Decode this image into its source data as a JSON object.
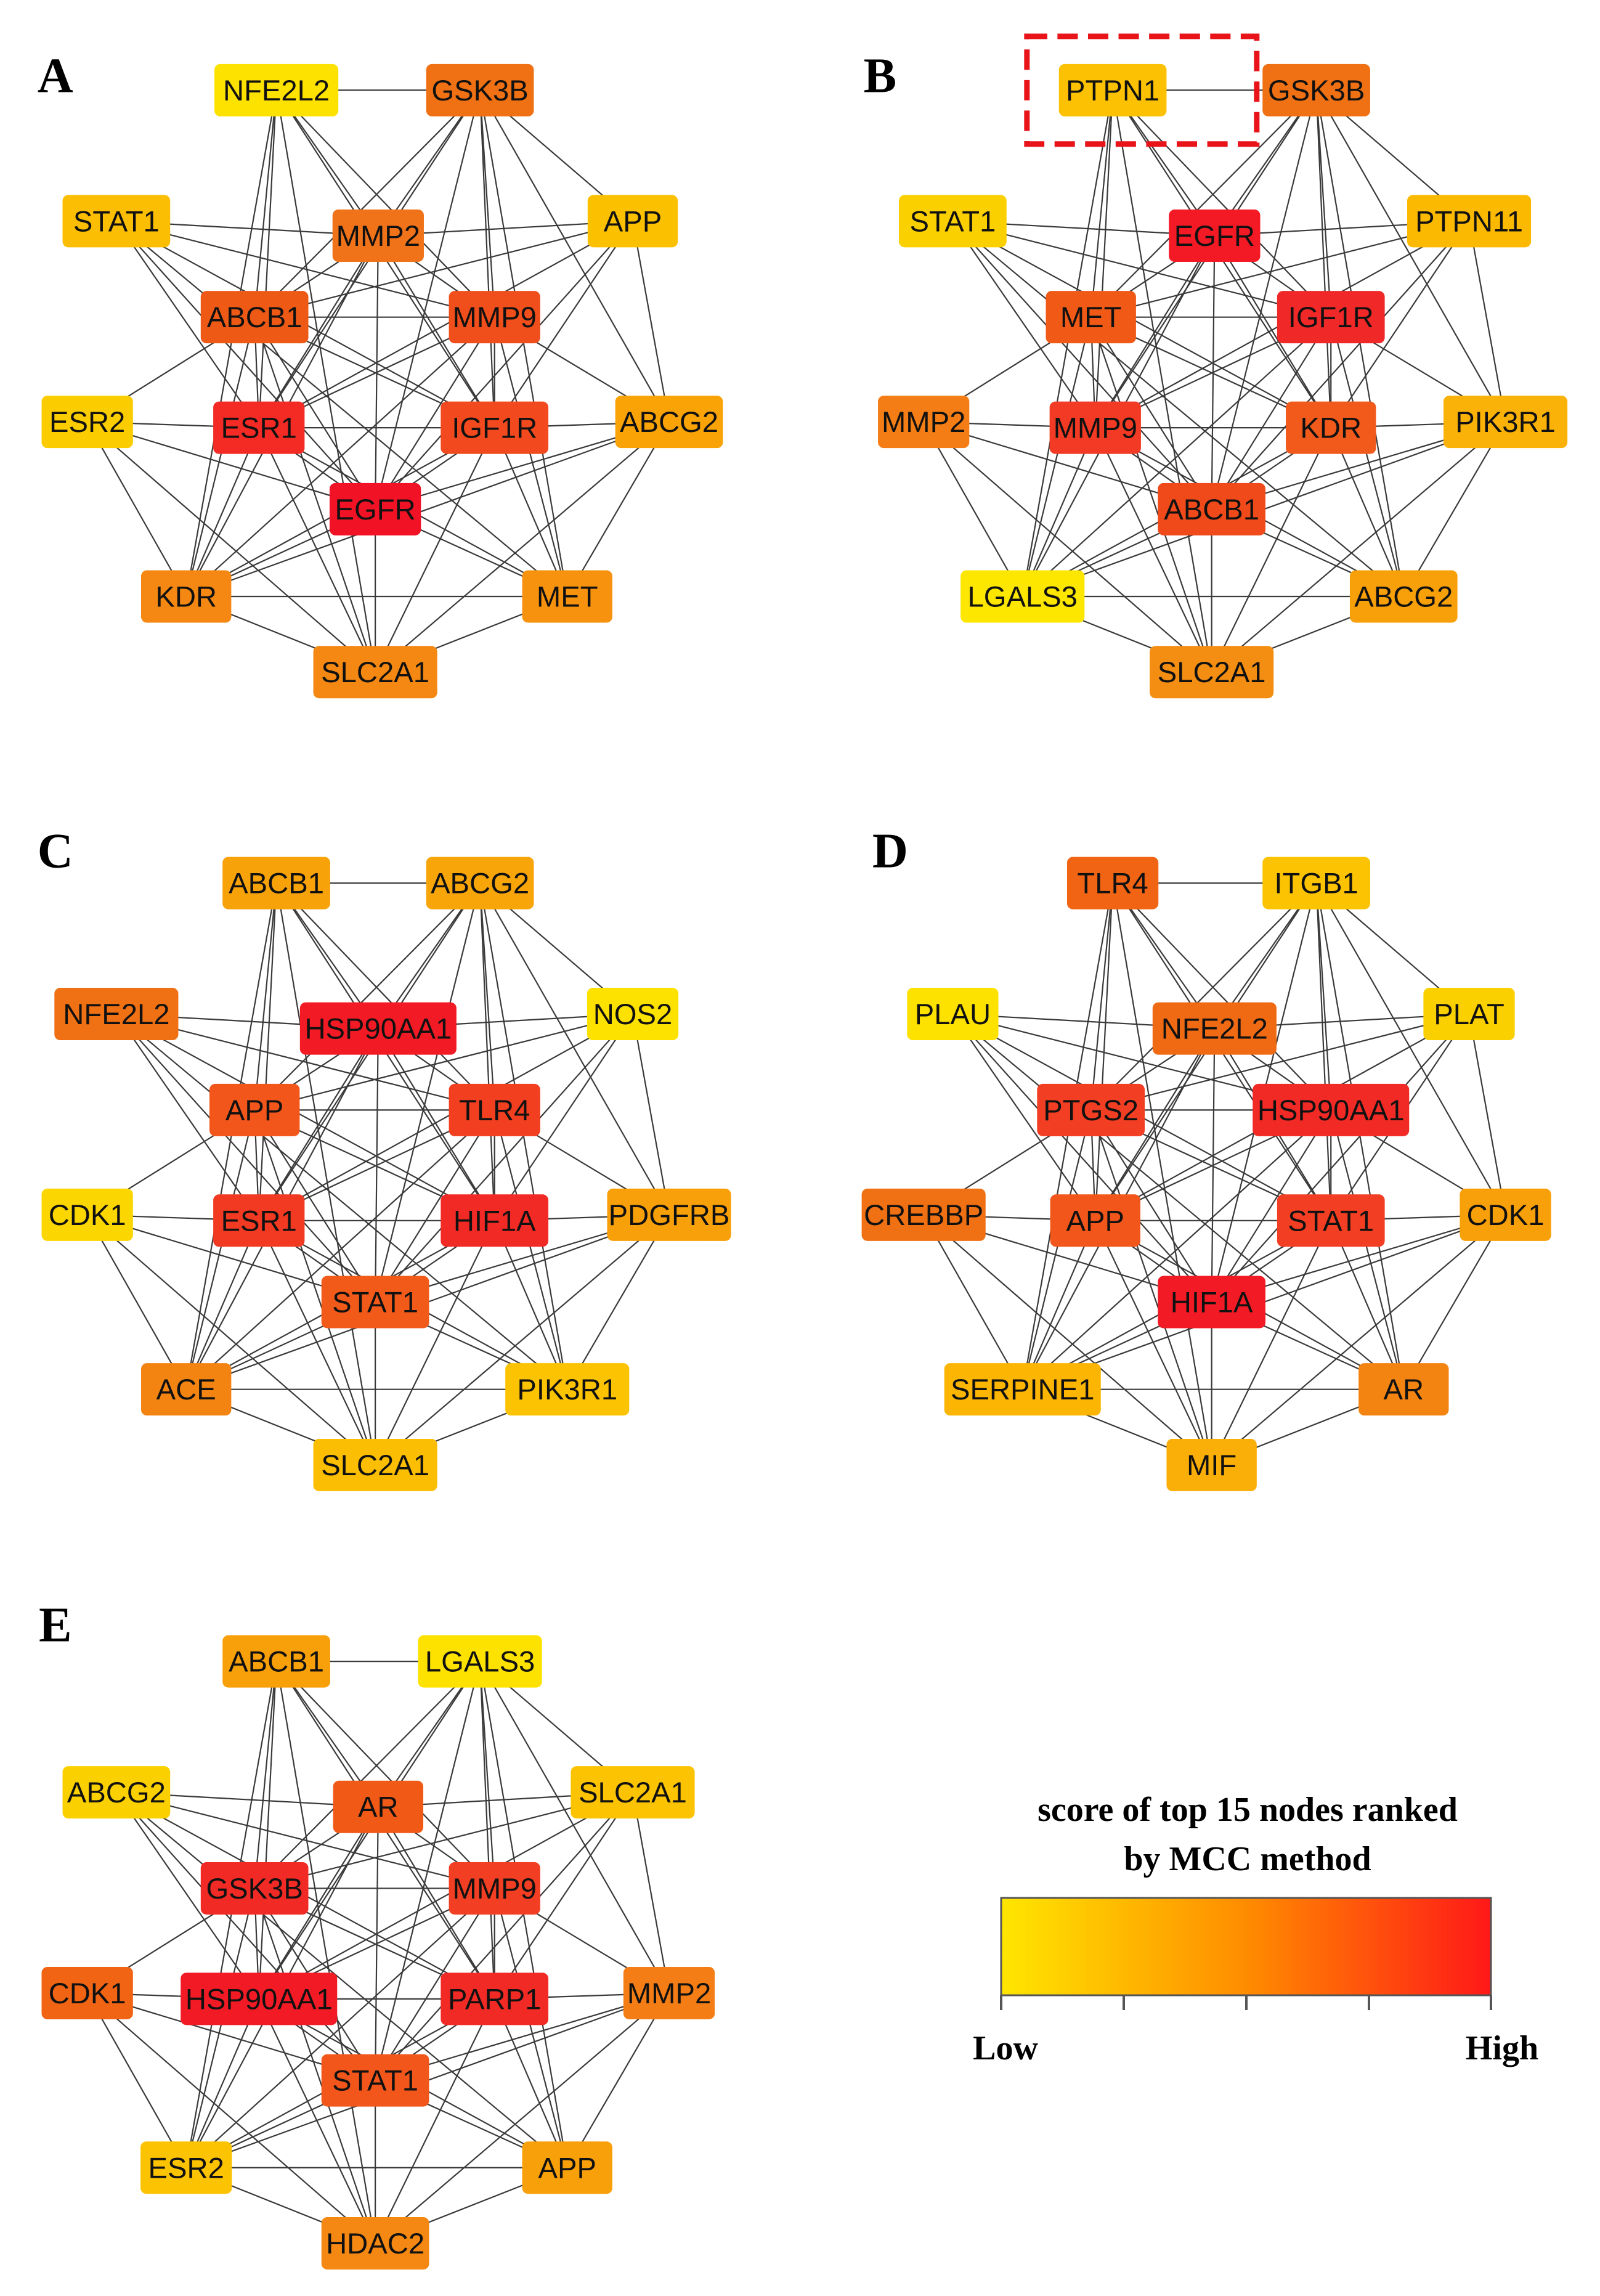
{
  "legend": {
    "title_line1": "score of top 15 nodes ranked",
    "title_line2": "by MCC method",
    "low_label": "Low",
    "high_label": "High",
    "gradient_low_color": "#FFE600",
    "gradient_mid_color": "#FF8C00",
    "gradient_high_color": "#FF1818"
  },
  "highlight_color": "#E8141A",
  "panels": [
    {
      "letter": "A",
      "highlighted": [],
      "nodes": [
        {
          "label": "NFE2L2",
          "color": "#FDE200"
        },
        {
          "label": "GSK3B",
          "color": "#F07014"
        },
        {
          "label": "STAT1",
          "color": "#FBBE02"
        },
        {
          "label": "MMP2",
          "color": "#F0731A"
        },
        {
          "label": "APP",
          "color": "#FBC000"
        },
        {
          "label": "ABCB1",
          "color": "#EE5A16"
        },
        {
          "label": "MMP9",
          "color": "#F04E1B"
        },
        {
          "label": "ESR2",
          "color": "#FBCD00"
        },
        {
          "label": "ESR1",
          "color": "#F42A25"
        },
        {
          "label": "IGF1R",
          "color": "#F24A1E"
        },
        {
          "label": "ABCG2",
          "color": "#FAA307"
        },
        {
          "label": "EGFR",
          "color": "#F21225"
        },
        {
          "label": "KDR",
          "color": "#F48812"
        },
        {
          "label": "MET",
          "color": "#F7920F"
        },
        {
          "label": "SLC2A1",
          "color": "#F48812"
        }
      ]
    },
    {
      "letter": "B",
      "highlighted": [
        "PTPN1"
      ],
      "nodes": [
        {
          "label": "PTPN1",
          "color": "#FBC102"
        },
        {
          "label": "GSK3B",
          "color": "#F07014"
        },
        {
          "label": "STAT1",
          "color": "#FBD000"
        },
        {
          "label": "EGFR",
          "color": "#F31A25"
        },
        {
          "label": "PTPN11",
          "color": "#FBB902"
        },
        {
          "label": "MET",
          "color": "#F05A16"
        },
        {
          "label": "IGF1R",
          "color": "#F02828"
        },
        {
          "label": "MMP2",
          "color": "#F47E15"
        },
        {
          "label": "MMP9",
          "color": "#F23A24"
        },
        {
          "label": "KDR",
          "color": "#F25A1C"
        },
        {
          "label": "PIK3R1",
          "color": "#FAB208"
        },
        {
          "label": "ABCB1",
          "color": "#F04A1A"
        },
        {
          "label": "LGALS3",
          "color": "#FDE600"
        },
        {
          "label": "ABCG2",
          "color": "#F8A00A"
        },
        {
          "label": "SLC2A1",
          "color": "#F48E12"
        }
      ]
    },
    {
      "letter": "C",
      "highlighted": [],
      "nodes": [
        {
          "label": "ABCB1",
          "color": "#F8A20A"
        },
        {
          "label": "ABCG2",
          "color": "#F8A50A"
        },
        {
          "label": "NFE2L2",
          "color": "#F07014"
        },
        {
          "label": "HSP90AA1",
          "color": "#F21A24"
        },
        {
          "label": "NOS2",
          "color": "#FDE200"
        },
        {
          "label": "APP",
          "color": "#F2561A"
        },
        {
          "label": "TLR4",
          "color": "#F23F20"
        },
        {
          "label": "CDK1",
          "color": "#FBD600"
        },
        {
          "label": "ESR1",
          "color": "#F23A22"
        },
        {
          "label": "HIF1A",
          "color": "#F22A25"
        },
        {
          "label": "PDGFRB",
          "color": "#F8A00A"
        },
        {
          "label": "STAT1",
          "color": "#F25A1A"
        },
        {
          "label": "ACE",
          "color": "#F48412"
        },
        {
          "label": "PIK3R1",
          "color": "#FBC302"
        },
        {
          "label": "SLC2A1",
          "color": "#FBBE02"
        }
      ]
    },
    {
      "letter": "D",
      "highlighted": [],
      "nodes": [
        {
          "label": "TLR4",
          "color": "#F06414"
        },
        {
          "label": "ITGB1",
          "color": "#FBC302"
        },
        {
          "label": "PLAU",
          "color": "#FDE200"
        },
        {
          "label": "NFE2L2",
          "color": "#F06A14"
        },
        {
          "label": "PLAT",
          "color": "#FBD000"
        },
        {
          "label": "PTGS2",
          "color": "#F23E22"
        },
        {
          "label": "HSP90AA1",
          "color": "#F22A25"
        },
        {
          "label": "CREBBP",
          "color": "#F07014"
        },
        {
          "label": "APP",
          "color": "#F2561A"
        },
        {
          "label": "STAT1",
          "color": "#F23E22"
        },
        {
          "label": "CDK1",
          "color": "#F8A00A"
        },
        {
          "label": "HIF1A",
          "color": "#F21A25"
        },
        {
          "label": "SERPINE1",
          "color": "#FBB502"
        },
        {
          "label": "AR",
          "color": "#F48412"
        },
        {
          "label": "MIF",
          "color": "#FAAE08"
        }
      ]
    },
    {
      "letter": "E",
      "highlighted": [],
      "nodes": [
        {
          "label": "ABCB1",
          "color": "#F8A00A"
        },
        {
          "label": "LGALS3",
          "color": "#FDE200"
        },
        {
          "label": "ABCG2",
          "color": "#FBD000"
        },
        {
          "label": "AR",
          "color": "#F05A16"
        },
        {
          "label": "SLC2A1",
          "color": "#FBC302"
        },
        {
          "label": "GSK3B",
          "color": "#F22A25"
        },
        {
          "label": "MMP9",
          "color": "#F23E22"
        },
        {
          "label": "CDK1",
          "color": "#F06414"
        },
        {
          "label": "HSP90AA1",
          "color": "#F21A25"
        },
        {
          "label": "PARP1",
          "color": "#F22A25"
        },
        {
          "label": "MMP2",
          "color": "#F47E15"
        },
        {
          "label": "STAT1",
          "color": "#F2561A"
        },
        {
          "label": "ESR2",
          "color": "#FBC302"
        },
        {
          "label": "APP",
          "color": "#F8A00A"
        },
        {
          "label": "HDAC2",
          "color": "#F48812"
        }
      ]
    }
  ]
}
